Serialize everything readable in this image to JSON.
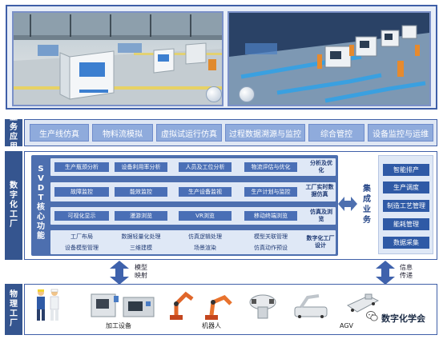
{
  "sections": {
    "business": "业务应用",
    "digital": "数字化工厂",
    "physical": "物理工厂"
  },
  "business_apps": [
    "生产线仿真",
    "物料流模拟",
    "虚拟试运行仿真",
    "过程数据溯源与监控",
    "综合管控",
    "设备监控与运维"
  ],
  "core": {
    "label": "SVDT核心功能",
    "rows": [
      {
        "cells": [
          "生产瓶颈分析",
          "设备利用率分析",
          "人员及工位分析",
          "物流评估与优化"
        ],
        "tag": "分析及优化"
      },
      {
        "cells": [
          "故障监控",
          "能效监控",
          "生产设备监视",
          "生产计划与监控"
        ],
        "tag": "工厂实时数据仿真"
      },
      {
        "cells": [
          "可视化显示",
          "漫游浏览",
          "VR浏览",
          "移动终端浏览"
        ],
        "tag": "仿真及浏览"
      },
      {
        "cells": [
          "工厂布局",
          "数据轻量化处理",
          "仿真逻辑处理",
          "模型关联管理",
          "设备模型管理",
          "三维建模",
          "场景渲染",
          "仿真动作预设"
        ],
        "tag": "数字化工厂设计"
      }
    ]
  },
  "integration": {
    "label": "集成业务",
    "items": [
      "智能排产",
      "生产调度",
      "制造工艺管理",
      "能耗管理",
      "数据采集"
    ]
  },
  "arrows": {
    "left": "模型映射",
    "right": "信息传递"
  },
  "equipment": {
    "machining": "加工设备",
    "robot": "机器人",
    "agv": "AGV"
  },
  "watermark": "数字化学会",
  "colors": {
    "frame": "#3f5fa8",
    "tag_bg": "#35558f",
    "app_box": "#8fabdc",
    "core_bg": "#4d6faf",
    "cell_bg": "#4a6fb6",
    "biz_item": "#2f5aa6"
  }
}
